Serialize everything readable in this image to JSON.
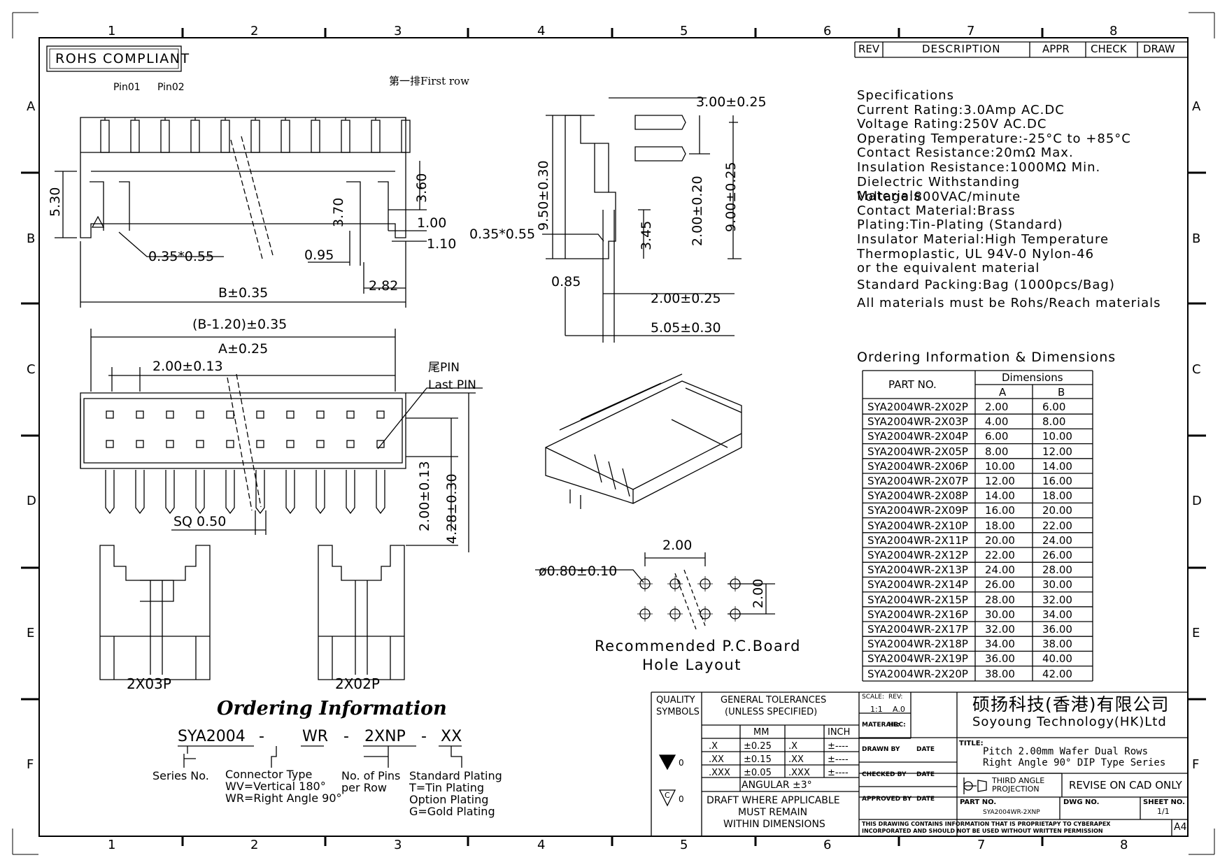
{
  "rohs": "ROHS COMPLIANT",
  "grid": {
    "cols": [
      "1",
      "2",
      "3",
      "4",
      "5",
      "6",
      "7",
      "8"
    ],
    "rows": [
      "A",
      "B",
      "C",
      "D",
      "E",
      "F"
    ]
  },
  "rev_table": {
    "rev": "REV",
    "description": "DESCRIPTION",
    "appr": "APPR",
    "check": "CHECK",
    "draw": "DRAW"
  },
  "labels": {
    "pin01": "Pin01",
    "pin02": "Pin02",
    "first_row": "第一排First row",
    "d530": "5.30",
    "d360": "3.60",
    "d370": "3.70",
    "d100": "1.00",
    "d110": "1.10",
    "d095": "0.95",
    "d035a": "0.35*0.55",
    "d282": "2.82",
    "b035": "B±0.35",
    "b120": "(B-1.20)±0.35",
    "a025": "A±0.25",
    "p200": "2.00±0.13",
    "last_pin_cn": "尾PIN",
    "last_pin": "Last PIN",
    "sq050": "SQ 0.50",
    "v200_013": "2.00±0.13",
    "v428": "4.28±0.30",
    "x2x03p": "2X03P",
    "x2x02p": "2X02P",
    "s300": "3.00±0.25",
    "s950": "9.50±0.30",
    "s200_020": "2.00±0.20",
    "s900": "9.00±0.25",
    "s035": "0.35*0.55",
    "s345": "3.45",
    "s085": "0.85",
    "s200_025": "2.00±0.25",
    "s505": "5.05±0.30",
    "pcb200h": "2.00",
    "pcb200v": "2.00",
    "pcb_hole": "ø0.80±0.10",
    "pcb_title1": "Recommended P.C.Board",
    "pcb_title2": "Hole Layout"
  },
  "specs": [
    "Specifications",
    "Current Rating:3.0Amp AC.DC",
    "Voltage Rating:250V AC.DC",
    "Operating Temperature:-25°C to +85°C",
    "Contact Resistance:20mΩ Max.",
    "Insulation Resistance:1000MΩ Min.",
    "Dielectric Withstanding Voltage:800VAC/minute",
    "Materials",
    "Contact Material:Brass",
    "Plating:Tin-Plating (Standard)",
    "Insulator Material:High Temperature",
    "Thermoplastic, UL 94V-0 Nylon-46",
    "or the equivalent material",
    "Standard Packing:Bag (1000pcs/Bag)",
    "All materials must be Rohs/Reach materials"
  ],
  "ordering_table": {
    "caption": "Ordering Information & Dimensions",
    "part_no_header": "PART NO.",
    "dims_header": "Dimensions",
    "col_a": "A",
    "col_b": "B",
    "rows": [
      [
        "SYA2004WR-2X02P",
        "2.00",
        "6.00"
      ],
      [
        "SYA2004WR-2X03P",
        "4.00",
        "8.00"
      ],
      [
        "SYA2004WR-2X04P",
        "6.00",
        "10.00"
      ],
      [
        "SYA2004WR-2X05P",
        "8.00",
        "12.00"
      ],
      [
        "SYA2004WR-2X06P",
        "10.00",
        "14.00"
      ],
      [
        "SYA2004WR-2X07P",
        "12.00",
        "16.00"
      ],
      [
        "SYA2004WR-2X08P",
        "14.00",
        "18.00"
      ],
      [
        "SYA2004WR-2X09P",
        "16.00",
        "20.00"
      ],
      [
        "SYA2004WR-2X10P",
        "18.00",
        "22.00"
      ],
      [
        "SYA2004WR-2X11P",
        "20.00",
        "24.00"
      ],
      [
        "SYA2004WR-2X12P",
        "22.00",
        "26.00"
      ],
      [
        "SYA2004WR-2X13P",
        "24.00",
        "28.00"
      ],
      [
        "SYA2004WR-2X14P",
        "26.00",
        "30.00"
      ],
      [
        "SYA2004WR-2X15P",
        "28.00",
        "32.00"
      ],
      [
        "SYA2004WR-2X16P",
        "30.00",
        "34.00"
      ],
      [
        "SYA2004WR-2X17P",
        "32.00",
        "36.00"
      ],
      [
        "SYA2004WR-2X18P",
        "34.00",
        "38.00"
      ],
      [
        "SYA2004WR-2X19P",
        "36.00",
        "40.00"
      ],
      [
        "SYA2004WR-2X20P",
        "38.00",
        "42.00"
      ]
    ]
  },
  "ordering_info": {
    "title": "Ordering Information",
    "code": [
      "SYA2004",
      "-",
      "WR",
      "-",
      "2XNP",
      "-",
      "XX"
    ],
    "series": "Series No.",
    "conn1": "Connector Type",
    "conn2": "WV=Vertical 180°",
    "conn3": "WR=Right Angle 90°",
    "pins1": "No. of Pins",
    "pins2": "per Row",
    "plat1": "Standard Plating",
    "plat2": "T=Tin Plating",
    "plat3": "Option Plating",
    "plat4": "G=Gold Plating"
  },
  "title_block": {
    "quality1": "QUALITY",
    "quality2": "SYMBOLS",
    "gen1": "GENERAL TOLERANCES",
    "gen2": "(UNLESS SPECIFIED)",
    "mm": "MM",
    "inch": "INCH",
    "tol": [
      [
        ".X",
        "±0.25",
        ".X",
        "±----"
      ],
      [
        ".XX",
        "±0.15",
        ".XX",
        "±----"
      ],
      [
        ".XXX",
        "±0.05",
        ".XXX",
        "±----"
      ]
    ],
    "angular": "ANGULAR ±3°",
    "draft1": "DRAFT WHERE APPLICABLE",
    "draft2": "MUST REMAIN",
    "draft3": "WITHIN DIMENSIONS",
    "sym1": "0",
    "sym2": "0",
    "sym_c": "C",
    "scale_lbl": "SCALE:",
    "scale_val": "1:1",
    "rev_lbl": "REV:",
    "rev_val": "A.0",
    "material_lbl": "MATERAIL:",
    "hrc_lbl": "HRC:",
    "drawn": "DRAWN BY",
    "checked": "CHECKED BY",
    "approved": "APPROVED BY",
    "date": "DATE",
    "company_cn": "硕扬科技(香港)有限公司",
    "company_en": "Soyoung Technology(HK)Ltd",
    "title_lbl": "TITLE:",
    "title1": "Pitch 2.00mm Wafer Dual Rows",
    "title2": "Right Angle 90° DIP Type Series",
    "third1": "THIRD ANGLE",
    "third2": "PROJECTION",
    "revise": "REVISE ON CAD ONLY",
    "part_lbl": "PART NO.",
    "part_val": "SYA2004WR-2XNP",
    "dwg_lbl": "DWG NO.",
    "sheet_lbl": "SHEET NO.",
    "sheet_val": "1/1",
    "notice1": "THIS DRAWING CONTAINS INFORMATION THAT IS PROPRIETAPY TO CYBERAPEX",
    "notice2": "INCORPORATED AND SHOULD NOT BE USED WITHOUT WRITTEN PERMISSION",
    "size": "A4"
  }
}
